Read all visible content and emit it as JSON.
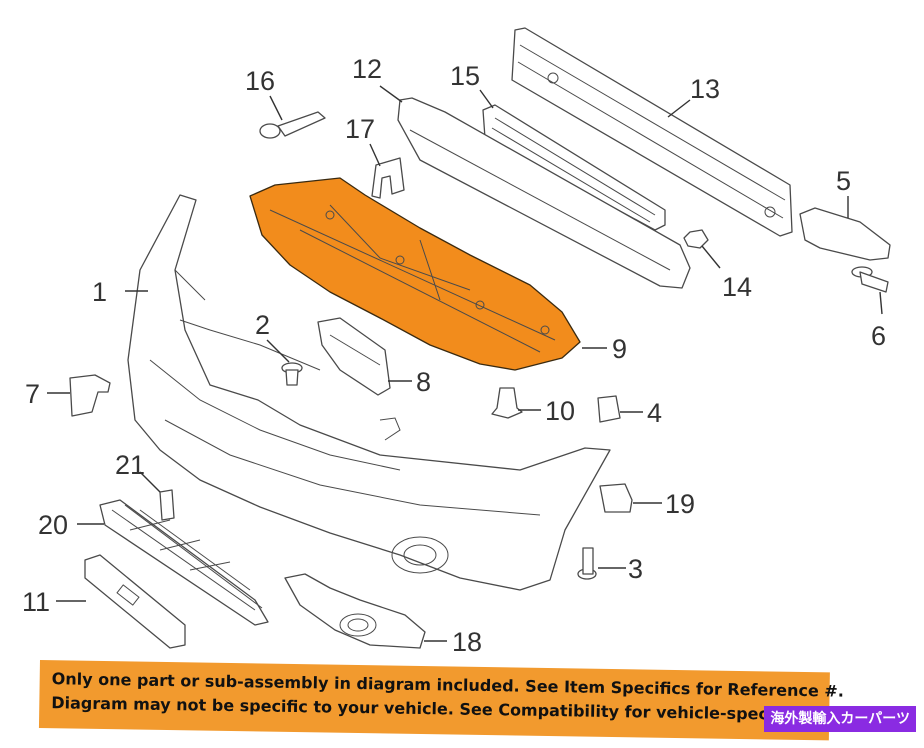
{
  "diagram": {
    "callouts": [
      "1",
      "2",
      "3",
      "4",
      "5",
      "6",
      "7",
      "8",
      "9",
      "10",
      "11",
      "12",
      "13",
      "14",
      "15",
      "16",
      "17",
      "18",
      "19",
      "20",
      "21"
    ],
    "highlight_color": "#f28c1c",
    "highlighted_part": "9"
  },
  "banner": {
    "line1": "Only one part or sub-assembly in diagram included. See Item Specifics for Reference #.",
    "line2": "Diagram may not be specific to your vehicle. See Compatibility for vehicle-spec",
    "background": "#f29a2e"
  },
  "watermark": {
    "text": "海外製輸入カーパーツ",
    "background": "#8a2be2"
  }
}
